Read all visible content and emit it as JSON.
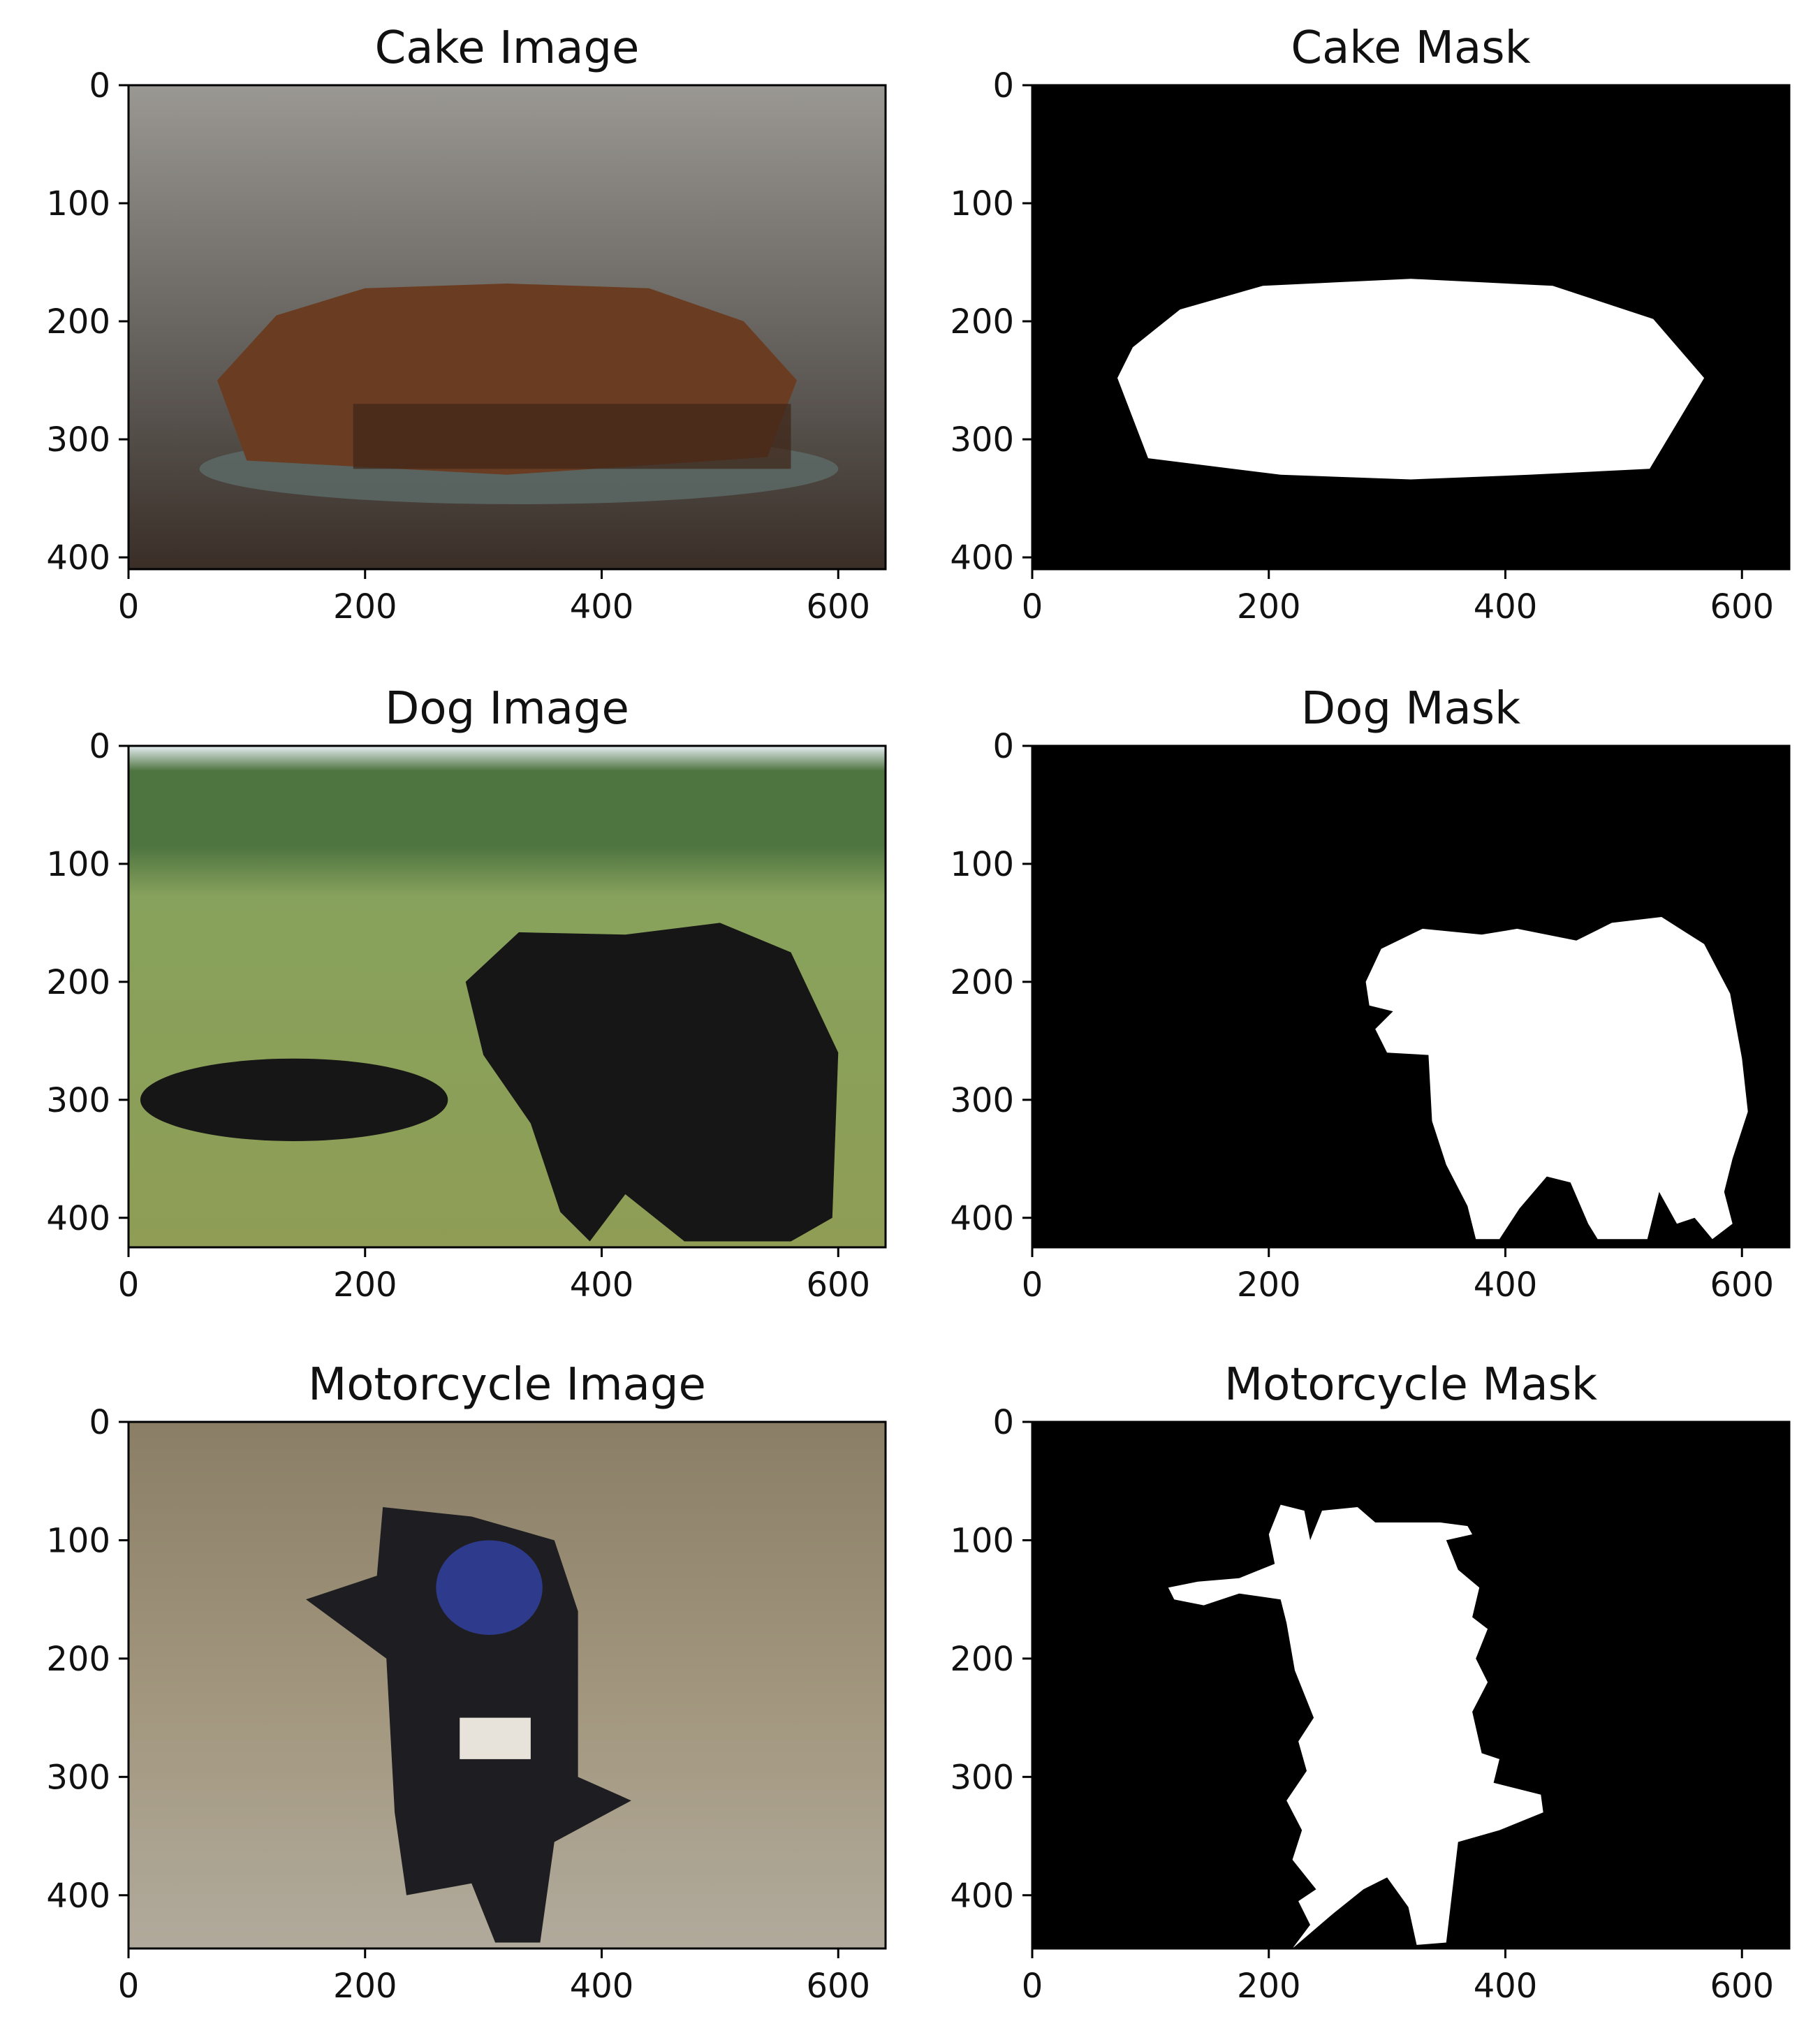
{
  "colors": {
    "background": "#ffffff",
    "axes": "#000000",
    "mask_background": "#000000",
    "mask_foreground": "#ffffff"
  },
  "chart_data": [
    {
      "type": "image",
      "title": "Cake Image",
      "xticks": [
        0,
        200,
        400,
        600
      ],
      "yticks": [
        0,
        100,
        200,
        300,
        400
      ],
      "xlim": [
        0,
        640
      ],
      "ylim": [
        0,
        410
      ],
      "y_inverted": true,
      "grid": false,
      "content": "photo",
      "content_description": "cake on a glass plate",
      "palette": {
        "bg_top": "#9a9893",
        "bg_bottom": "#3a2e27",
        "subject": "#6a3c22",
        "subject_dark": "#3f2416",
        "plate": "#5d6b69"
      }
    },
    {
      "type": "image",
      "title": "Cake Mask",
      "xticks": [
        0,
        200,
        400,
        600
      ],
      "yticks": [
        0,
        100,
        200,
        300,
        400
      ],
      "xlim": [
        0,
        640
      ],
      "ylim": [
        0,
        410
      ],
      "y_inverted": true,
      "grid": false,
      "content": "mask",
      "mask_polygon": [
        [
          72,
          248
        ],
        [
          85,
          222
        ],
        [
          125,
          190
        ],
        [
          195,
          170
        ],
        [
          320,
          164
        ],
        [
          440,
          170
        ],
        [
          525,
          198
        ],
        [
          568,
          248
        ],
        [
          522,
          325
        ],
        [
          420,
          330
        ],
        [
          320,
          334
        ],
        [
          210,
          330
        ],
        [
          98,
          316
        ]
      ]
    },
    {
      "type": "image",
      "title": "Dog Image",
      "xticks": [
        0,
        200,
        400,
        600
      ],
      "yticks": [
        0,
        100,
        200,
        300,
        400
      ],
      "xlim": [
        0,
        640
      ],
      "ylim": [
        0,
        425
      ],
      "y_inverted": true,
      "grid": false,
      "content": "photo",
      "content_description": "dog standing on grass",
      "palette": {
        "sky": "#e6eef2",
        "trees": "#4e7440",
        "field": "#87a25c",
        "ground": "#8f9d55",
        "subject": "#161616"
      }
    },
    {
      "type": "image",
      "title": "Dog Mask",
      "xticks": [
        0,
        200,
        400,
        600
      ],
      "yticks": [
        0,
        100,
        200,
        300,
        400
      ],
      "xlim": [
        0,
        640
      ],
      "ylim": [
        0,
        425
      ],
      "y_inverted": true,
      "grid": false,
      "content": "mask",
      "mask_polygon": [
        [
          282,
          200
        ],
        [
          295,
          172
        ],
        [
          330,
          155
        ],
        [
          380,
          160
        ],
        [
          410,
          155
        ],
        [
          460,
          165
        ],
        [
          490,
          150
        ],
        [
          532,
          145
        ],
        [
          568,
          168
        ],
        [
          590,
          210
        ],
        [
          600,
          265
        ],
        [
          605,
          310
        ],
        [
          592,
          350
        ],
        [
          585,
          378
        ],
        [
          592,
          405
        ],
        [
          575,
          418
        ],
        [
          560,
          400
        ],
        [
          545,
          405
        ],
        [
          530,
          378
        ],
        [
          520,
          418
        ],
        [
          478,
          418
        ],
        [
          470,
          405
        ],
        [
          455,
          370
        ],
        [
          435,
          365
        ],
        [
          412,
          392
        ],
        [
          395,
          418
        ],
        [
          375,
          418
        ],
        [
          368,
          390
        ],
        [
          350,
          355
        ],
        [
          338,
          318
        ],
        [
          335,
          262
        ],
        [
          300,
          260
        ],
        [
          290,
          240
        ],
        [
          305,
          225
        ],
        [
          285,
          220
        ]
      ]
    },
    {
      "type": "image",
      "title": "Motorcycle Image",
      "xticks": [
        0,
        200,
        400,
        600
      ],
      "yticks": [
        0,
        100,
        200,
        300,
        400
      ],
      "xlim": [
        0,
        640
      ],
      "ylim": [
        0,
        445
      ],
      "y_inverted": true,
      "grid": false,
      "content": "photo",
      "content_description": "motorcycle parked on a sandy track",
      "palette": {
        "upper": "#8a7f66",
        "lower": "#b1aa9c",
        "subject": "#1e1e22",
        "accent": "#2e3a8c",
        "light": "#e8e3da"
      }
    },
    {
      "type": "image",
      "title": "Motorcycle Mask",
      "xticks": [
        0,
        200,
        400,
        600
      ],
      "yticks": [
        0,
        100,
        200,
        300,
        400
      ],
      "xlim": [
        0,
        640
      ],
      "ylim": [
        0,
        445
      ],
      "y_inverted": true,
      "grid": false,
      "content": "mask",
      "mask_polygon": [
        [
          210,
          70
        ],
        [
          230,
          75
        ],
        [
          235,
          100
        ],
        [
          245,
          75
        ],
        [
          275,
          72
        ],
        [
          290,
          85
        ],
        [
          345,
          85
        ],
        [
          368,
          88
        ],
        [
          372,
          95
        ],
        [
          350,
          100
        ],
        [
          360,
          125
        ],
        [
          378,
          140
        ],
        [
          372,
          165
        ],
        [
          385,
          175
        ],
        [
          375,
          200
        ],
        [
          385,
          220
        ],
        [
          372,
          245
        ],
        [
          380,
          280
        ],
        [
          395,
          285
        ],
        [
          390,
          305
        ],
        [
          430,
          315
        ],
        [
          432,
          330
        ],
        [
          395,
          345
        ],
        [
          360,
          355
        ],
        [
          350,
          440
        ],
        [
          325,
          442
        ],
        [
          318,
          410
        ],
        [
          300,
          385
        ],
        [
          280,
          395
        ],
        [
          255,
          415
        ],
        [
          220,
          445
        ],
        [
          235,
          425
        ],
        [
          225,
          405
        ],
        [
          240,
          395
        ],
        [
          220,
          370
        ],
        [
          228,
          345
        ],
        [
          215,
          320
        ],
        [
          232,
          295
        ],
        [
          225,
          270
        ],
        [
          238,
          250
        ],
        [
          222,
          210
        ],
        [
          215,
          170
        ],
        [
          210,
          150
        ],
        [
          175,
          145
        ],
        [
          145,
          155
        ],
        [
          120,
          150
        ],
        [
          115,
          140
        ],
        [
          140,
          135
        ],
        [
          175,
          132
        ],
        [
          205,
          120
        ],
        [
          200,
          95
        ]
      ]
    }
  ]
}
